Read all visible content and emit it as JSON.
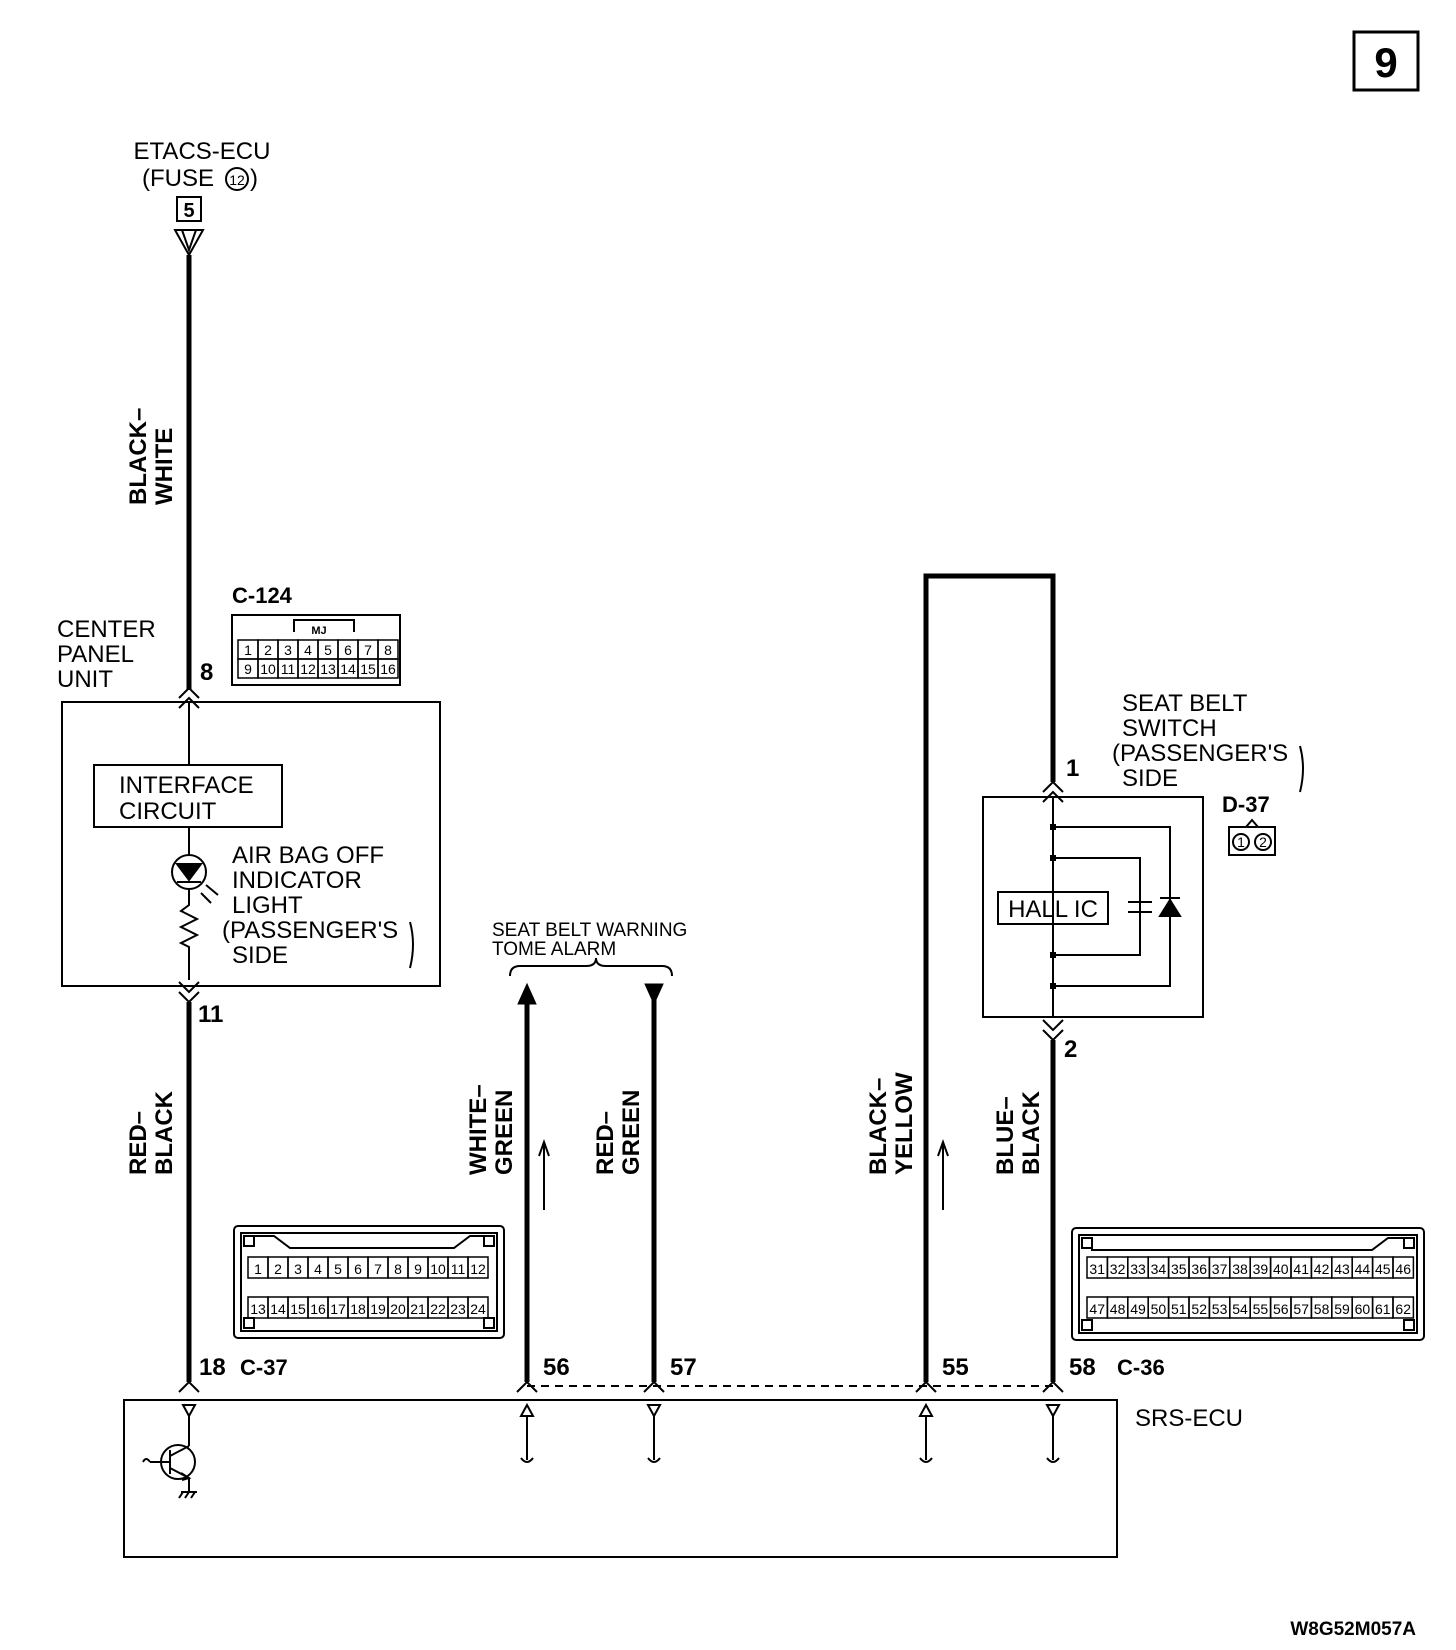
{
  "page_number": "9",
  "drawing_code": "W8G52M057A",
  "power_source": {
    "name": "ETACS-ECU",
    "fuse_label": "(FUSE",
    "fuse_number": "12",
    "close_paren": ")",
    "pin": "5"
  },
  "wires": {
    "black_white": [
      "BLACK–",
      "WHITE"
    ],
    "red_black": [
      "RED–",
      "BLACK"
    ],
    "white_green": [
      "WHITE–",
      "GREEN"
    ],
    "red_green": [
      "RED–",
      "GREEN"
    ],
    "black_yellow": [
      "BLACK–",
      "YELLOW"
    ],
    "blue_black": [
      "BLUE–",
      "BLACK"
    ]
  },
  "center_panel_unit": {
    "label": [
      "CENTER",
      "PANEL",
      "UNIT"
    ],
    "connector": "C-124",
    "pin_in": "8",
    "pin_out": "11",
    "interface_circuit": [
      "INTERFACE",
      "CIRCUIT"
    ],
    "indicator_label": [
      "AIR BAG OFF",
      "INDICATOR",
      "LIGHT",
      "(PASSENGER'S",
      "SIDE"
    ],
    "connector_tag": "MJ",
    "connector_pins_row1": [
      "1",
      "2",
      "3",
      "4",
      "5",
      "6",
      "7",
      "8"
    ],
    "connector_pins_row2": [
      "9",
      "10",
      "11",
      "12",
      "13",
      "14",
      "15",
      "16"
    ]
  },
  "seat_belt_switch": {
    "label": [
      "SEAT BELT",
      "SWITCH",
      "(PASSENGER'S",
      "SIDE"
    ],
    "connector": "D-37",
    "pin_top": "1",
    "pin_bottom": "2",
    "hall_ic": "HALL IC",
    "connector_pins": [
      "1",
      "2"
    ]
  },
  "warning_alarm": {
    "label": [
      "SEAT BELT WARNING",
      "TOME ALARM"
    ]
  },
  "srs_ecu": {
    "label": "SRS-ECU",
    "pins": [
      "18",
      "56",
      "57",
      "55",
      "58"
    ],
    "connector_left": "C-37",
    "connector_right": "C-36",
    "c37_row1": [
      "1",
      "2",
      "3",
      "4",
      "5",
      "6",
      "7",
      "8",
      "9",
      "10",
      "11",
      "12"
    ],
    "c37_row2": [
      "13",
      "14",
      "15",
      "16",
      "17",
      "18",
      "19",
      "20",
      "21",
      "22",
      "23",
      "24"
    ],
    "c36_row1": [
      "31",
      "32",
      "33",
      "34",
      "35",
      "36",
      "37",
      "38",
      "39",
      "40",
      "41",
      "42",
      "43",
      "44",
      "45",
      "46"
    ],
    "c36_row2": [
      "47",
      "48",
      "49",
      "50",
      "51",
      "52",
      "53",
      "54",
      "55",
      "56",
      "57",
      "58",
      "59",
      "60",
      "61",
      "62"
    ]
  }
}
